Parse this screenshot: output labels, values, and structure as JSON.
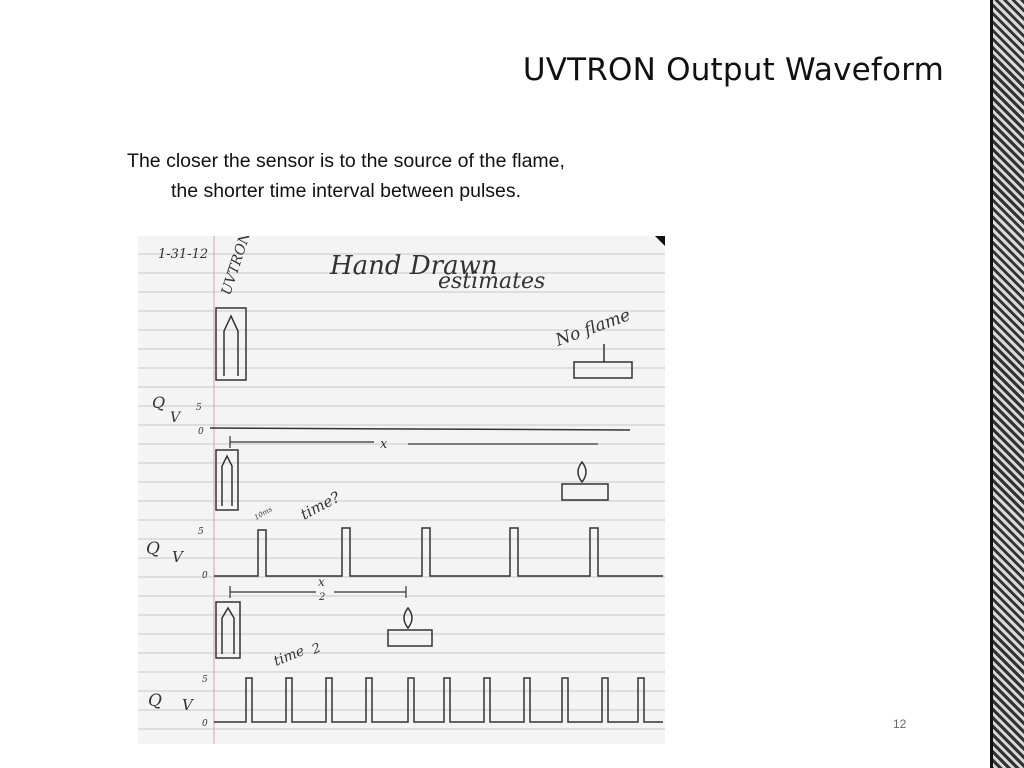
{
  "slide": {
    "title": "UVTRON Output Waveform",
    "subtitle_line1": "The closer the sensor is to the source of the flame,",
    "subtitle_line2": "the shorter time interval between pulses.",
    "page_number": "12"
  },
  "sketch": {
    "date": "1-31-12",
    "heading_line1": "Hand Drawn",
    "heading_line2": "estimates",
    "sensor_label": "UVTRON",
    "no_flame_label": "No flame",
    "q_label": "Q",
    "v_label": "V",
    "level_high": "5",
    "level_low": "0",
    "distance_x": "x",
    "distance_half_num": "x",
    "distance_half_den": "2",
    "time_label": "time?",
    "time_half_label": "time",
    "time_half_den": "2",
    "pulse_label": "10ms"
  }
}
